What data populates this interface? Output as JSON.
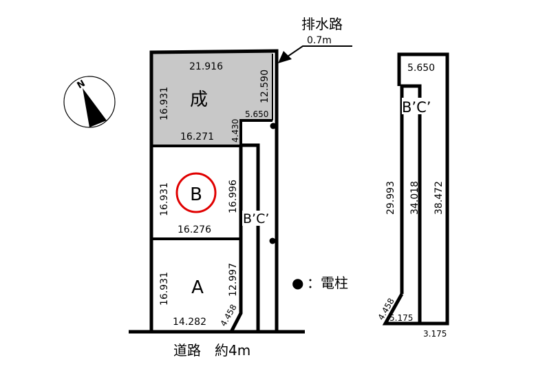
{
  "compass": {
    "label": "N",
    "icon": "north-arrow-icon"
  },
  "drain": {
    "label": "排水路",
    "width": "0.7m"
  },
  "road": {
    "label": "道路　約4m"
  },
  "legend": {
    "marker": "●",
    "text": "：電柱"
  },
  "lots": {
    "sei": {
      "label": "成",
      "top": "21.916",
      "left": "16.931",
      "right": "12.590",
      "notch_top": "5.650",
      "notch_side": "4.430",
      "bottom": "16.271",
      "fill": "#c8c8c8"
    },
    "B": {
      "label": "B",
      "left": "16.931",
      "right": "16.996",
      "bottom": "16.276",
      "highlight_color": "#e00000"
    },
    "A": {
      "label": "A",
      "left": "16.931",
      "right": "12.997",
      "bottom": "14.282",
      "diagonal": "4.458"
    },
    "flag": {
      "label": "B’C’"
    }
  },
  "detail": {
    "label": "B’C’",
    "top": "5.650",
    "left": "29.993",
    "middle": "34.018",
    "right": "38.472",
    "diagonal": "4.458",
    "bottom_inner": "5.175",
    "bottom_outer": "3.175"
  }
}
